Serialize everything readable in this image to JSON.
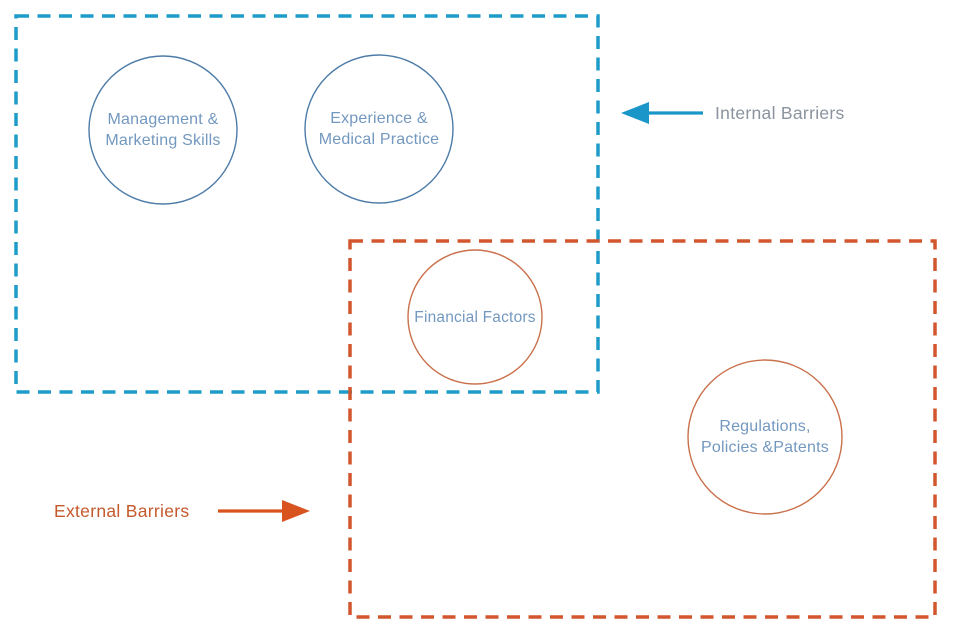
{
  "diagram": {
    "title_implicit": "Barriers diagram",
    "internal_barriers": {
      "label": "Internal Barriers",
      "accent": "#1e9cc9",
      "arrow_direction": "left",
      "circles": {
        "management": "Management &\nMarketing Skills",
        "experience": "Experience &\nMedical Practice"
      }
    },
    "overlap": {
      "circles": {
        "financial": "Financial Factors"
      }
    },
    "external_barriers": {
      "label": "External Barriers",
      "accent": "#d2572e",
      "arrow_direction": "right",
      "circles": {
        "regulations": "Regulations,\nPolicies &Patents"
      }
    },
    "colors": {
      "internal_dash": "#1e9cc9",
      "internal_circle_stroke": "#4d7ca8",
      "circle_text": "#7398bf",
      "internal_label_text": "#8a939e",
      "internal_arrow": "#1b96c8",
      "external_dash": "#d2572e",
      "external_circle_stroke": "#c9714c",
      "external_label_text": "#c4592b",
      "external_arrow": "#d9531f",
      "background": "#ffffff"
    }
  }
}
